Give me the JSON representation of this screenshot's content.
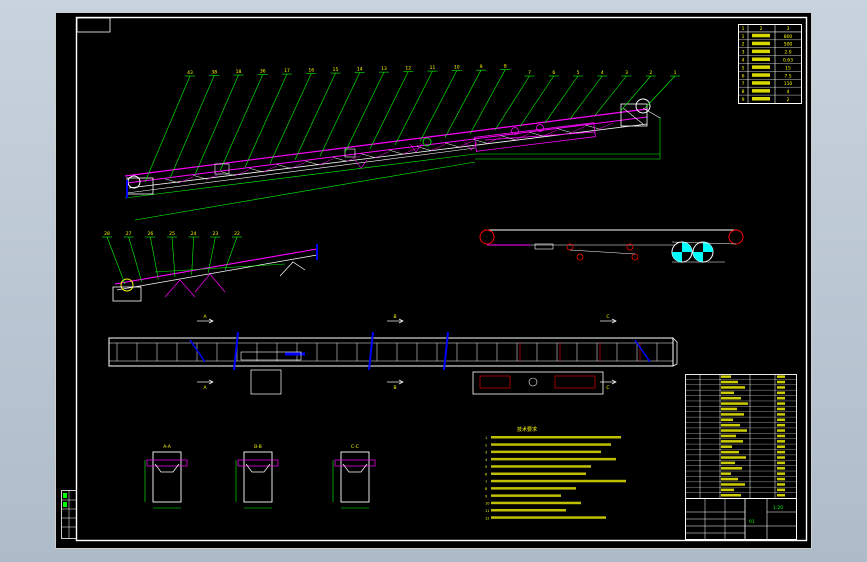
{
  "drawing": {
    "background": "#000000",
    "frame_color": "#ffffff",
    "annotation_color": "#ffff00",
    "conveyor_color": "#ff00ff",
    "dimension_color": "#00ff00",
    "structure_color": "#ffffff",
    "accent_blue": "#0000ff",
    "accent_red": "#ff0000"
  },
  "parameter_table": {
    "header": [
      "1",
      "2",
      "3"
    ],
    "rows": [
      [
        "1",
        "",
        "800"
      ],
      [
        "2",
        "",
        "500"
      ],
      [
        "3",
        "",
        "2.0"
      ],
      [
        "4",
        "",
        "0.63"
      ],
      [
        "5",
        "",
        "15"
      ],
      [
        "6",
        "",
        "7.5"
      ],
      [
        "7",
        "",
        "110"
      ],
      [
        "8",
        "",
        "4"
      ],
      [
        "9",
        "",
        "2"
      ]
    ]
  },
  "main_view_callouts": [
    "43",
    "38",
    "18",
    "36",
    "17",
    "16",
    "15",
    "14",
    "13",
    "12",
    "11",
    "10",
    "9",
    "8",
    "7",
    "6",
    "5",
    "4",
    "3",
    "2",
    "1"
  ],
  "side_view_callouts": [
    "28",
    "27",
    "26",
    "25",
    "24",
    "23",
    "22"
  ],
  "belt_route_label": "",
  "section_markers": [
    "A",
    "B",
    "C",
    "A",
    "B",
    "C"
  ],
  "technical_notes": {
    "title": "技术要求",
    "lines": [
      "1",
      "2",
      "3",
      "4",
      "5",
      "6",
      "7",
      "8",
      "9",
      "10",
      "11",
      "12"
    ]
  },
  "section_views": [
    "A-A",
    "B-B",
    "C-C"
  ],
  "bom_table": {
    "columns": [
      "",
      "",
      "",
      ""
    ],
    "row_count": 23
  },
  "title_block": {
    "drawing_name": "",
    "scale": "1:20",
    "sheet": "01"
  }
}
